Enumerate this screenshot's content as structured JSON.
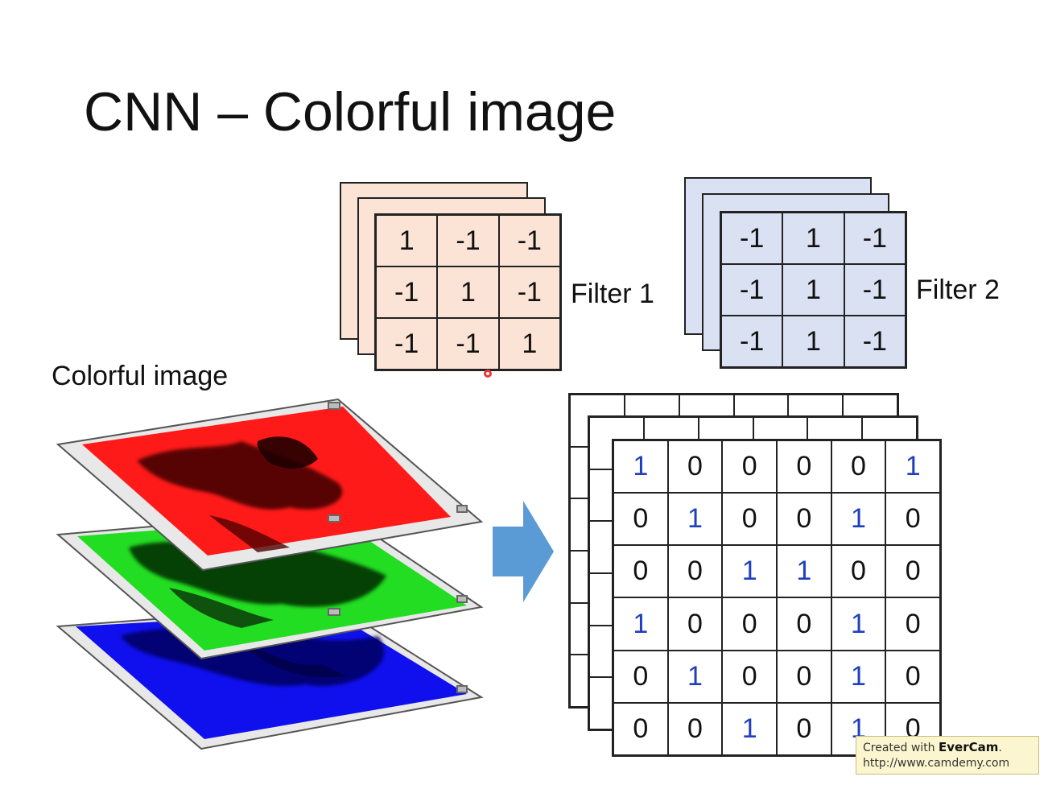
{
  "slide": {
    "title": "CNN – Colorful image",
    "image_label": "Colorful image",
    "filters": [
      {
        "label": "Filter 1",
        "values": [
          [
            1,
            -1,
            -1
          ],
          [
            -1,
            1,
            -1
          ],
          [
            -1,
            -1,
            1
          ]
        ],
        "fill": "#fbe3d6"
      },
      {
        "label": "Filter 2",
        "values": [
          [
            -1,
            1,
            -1
          ],
          [
            -1,
            1,
            -1
          ],
          [
            -1,
            1,
            -1
          ]
        ],
        "fill": "#d9e1f2"
      }
    ],
    "image_matrix": [
      [
        1,
        0,
        0,
        0,
        0,
        1
      ],
      [
        0,
        1,
        0,
        0,
        1,
        0
      ],
      [
        0,
        0,
        1,
        1,
        0,
        0
      ],
      [
        1,
        0,
        0,
        0,
        1,
        0
      ],
      [
        0,
        1,
        0,
        0,
        1,
        0
      ],
      [
        0,
        0,
        1,
        0,
        1,
        0
      ]
    ],
    "channel_colors": [
      "#ff1a1a",
      "#22dd22",
      "#1010ee"
    ],
    "arrow_color": "#5b9bd5"
  },
  "watermark": {
    "prefix": "Created with",
    "brand": "EverCam",
    "suffix": ".",
    "url": "http://www.camdemy.com"
  }
}
